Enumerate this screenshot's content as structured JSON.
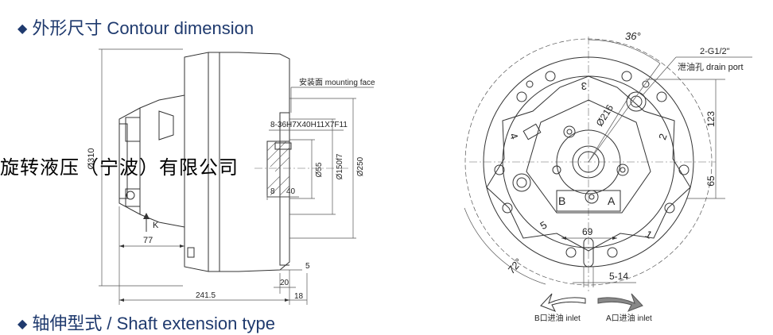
{
  "headings": {
    "top": {
      "bullet": "◆",
      "text": "外形尺寸 Contour dimension"
    },
    "bottom": {
      "bullet": "◆",
      "text": "轴伸型式 / Shaft extension type"
    }
  },
  "overlay_text": "旋转液压（宁波）有限公司",
  "side_view": {
    "mounting_face": "安装面  mounting face",
    "spline": "8-36H7X40H11X7F11",
    "dim_310": "Ø310",
    "dim_55": "Ø55",
    "dim_150": "Ø150f7",
    "dim_250": "Ø250",
    "dim_8": "8",
    "dim_40": "40",
    "dim_77": "77",
    "dim_5": "5",
    "dim_20": "20",
    "dim_18": "18",
    "dim_241": "241.5",
    "view_k": "K"
  },
  "front_view": {
    "angle_36": "36°",
    "angle_72": "72°",
    "drain_size": "2-G1/2\"",
    "drain_label": "泄油孔  drain port",
    "dim_216": "Ø216",
    "dim_123": "123",
    "dim_65": "65",
    "dim_69": "69",
    "dim_514": "5-14",
    "port_a": "A",
    "port_b": "B",
    "pistons": [
      "1",
      "2",
      "3",
      "4",
      "5"
    ],
    "inlet_b": "B口进油 inlet",
    "inlet_a": "A口进油 inlet"
  }
}
